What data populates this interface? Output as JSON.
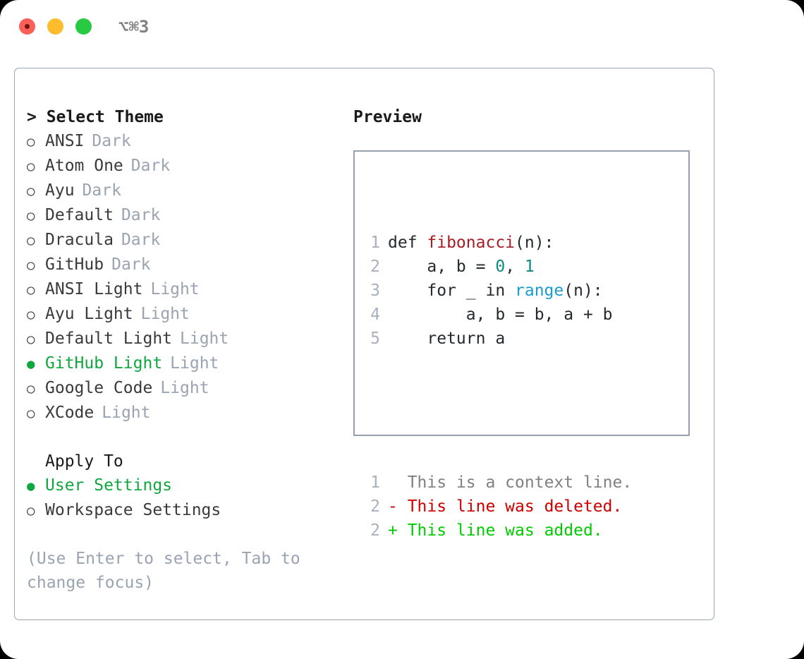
{
  "titlebar": {
    "shortcut": "⌥⌘3",
    "buttons": [
      {
        "name": "close",
        "color": "#fb6058"
      },
      {
        "name": "minimize",
        "color": "#fcbc2d"
      },
      {
        "name": "zoom",
        "color": "#27ca41"
      }
    ]
  },
  "colors": {
    "selection_green": "#10a73f",
    "badge_gray": "#9aa3b2",
    "hint_gray": "#9aa3b2",
    "panel_border": "#9aa5b4",
    "preview_border": "#95a0b0",
    "lineno": "#a8b0bd",
    "diff_add": "#00cc00",
    "diff_del": "#cc0000",
    "diff_ctx": "#808080",
    "fn_red": "#a61d24",
    "num_teal": "#0d8a80",
    "builtin_blue": "#1a9ccc"
  },
  "theme_list": {
    "header": "> Select Theme",
    "items": [
      {
        "marker": "○",
        "label": "ANSI",
        "badge": "Dark",
        "selected": false
      },
      {
        "marker": "○",
        "label": "Atom One",
        "badge": "Dark",
        "selected": false
      },
      {
        "marker": "○",
        "label": "Ayu",
        "badge": "Dark",
        "selected": false
      },
      {
        "marker": "○",
        "label": "Default",
        "badge": "Dark",
        "selected": false
      },
      {
        "marker": "○",
        "label": "Dracula",
        "badge": "Dark",
        "selected": false
      },
      {
        "marker": "○",
        "label": "GitHub",
        "badge": "Dark",
        "selected": false
      },
      {
        "marker": "○",
        "label": "ANSI Light",
        "badge": "Light",
        "selected": false
      },
      {
        "marker": "○",
        "label": "Ayu Light",
        "badge": "Light",
        "selected": false
      },
      {
        "marker": "○",
        "label": "Default Light",
        "badge": "Light",
        "selected": false
      },
      {
        "marker": "●",
        "label": "GitHub Light",
        "badge": "Light",
        "selected": true
      },
      {
        "marker": "○",
        "label": "Google Code",
        "badge": "Light",
        "selected": false
      },
      {
        "marker": "○",
        "label": "XCode",
        "badge": "Light",
        "selected": false
      }
    ]
  },
  "apply_to": {
    "label": "Apply To",
    "items": [
      {
        "marker": "●",
        "label": "User Settings",
        "selected": true
      },
      {
        "marker": "○",
        "label": "Workspace Settings",
        "selected": false
      }
    ]
  },
  "hint": "(Use Enter to select, Tab to change focus)",
  "preview": {
    "title": "Preview",
    "code_lines": [
      {
        "lineno": "1",
        "tokens": [
          {
            "text": "def ",
            "type": "def"
          },
          {
            "text": "fibonacci",
            "type": "fn"
          },
          {
            "text": "(n):",
            "type": "plain"
          }
        ]
      },
      {
        "lineno": "2",
        "tokens": [
          {
            "text": "    a, b = ",
            "type": "plain"
          },
          {
            "text": "0",
            "type": "num"
          },
          {
            "text": ", ",
            "type": "plain"
          },
          {
            "text": "1",
            "type": "num"
          }
        ]
      },
      {
        "lineno": "3",
        "tokens": [
          {
            "text": "    for _ in ",
            "type": "plain"
          },
          {
            "text": "range",
            "type": "builtin"
          },
          {
            "text": "(n):",
            "type": "plain"
          }
        ]
      },
      {
        "lineno": "4",
        "tokens": [
          {
            "text": "        a, b = b, a + b",
            "type": "plain"
          }
        ]
      },
      {
        "lineno": "5",
        "tokens": [
          {
            "text": "    return a",
            "type": "plain"
          }
        ]
      }
    ],
    "diff_lines": [
      {
        "lineno": "1",
        "sign": " ",
        "text": " This is a context line.",
        "type": "ctx"
      },
      {
        "lineno": "2",
        "sign": "-",
        "text": " This line was deleted.",
        "type": "del"
      },
      {
        "lineno": "2",
        "sign": "+",
        "text": " This line was added.",
        "type": "add"
      }
    ]
  }
}
